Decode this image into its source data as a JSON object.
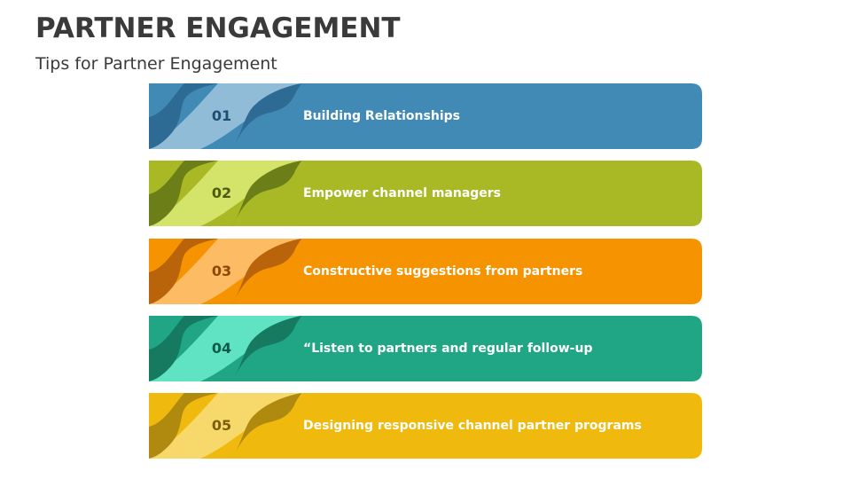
{
  "header": {
    "title": "PARTNER ENGAGEMENT",
    "subtitle": "Tips for Partner Engagement"
  },
  "items": [
    {
      "number": "01",
      "label": "Building Relationships",
      "colors": {
        "main": "#418ab6",
        "light": "#90bcd8",
        "dark": "#2d6a94",
        "text": "#1f4e70"
      }
    },
    {
      "number": "02",
      "label": "Empower channel managers",
      "colors": {
        "main": "#a8b925",
        "light": "#d4e36a",
        "dark": "#6c7e18",
        "text": "#4f5c10"
      }
    },
    {
      "number": "03",
      "label": "Constructive suggestions from partners",
      "colors": {
        "main": "#f59301",
        "light": "#fdbb63",
        "dark": "#b9640a",
        "text": "#8a4a06"
      }
    },
    {
      "number": "04",
      "label": "“Listen to partners and regular follow-up",
      "colors": {
        "main": "#20a585",
        "light": "#5fe3c3",
        "dark": "#157a60",
        "text": "#0f5a48"
      }
    },
    {
      "number": "05",
      "label": "Designing responsive channel partner programs",
      "colors": {
        "main": "#f0b90e",
        "light": "#f7d86a",
        "dark": "#b08a0e",
        "text": "#7a600a"
      }
    }
  ]
}
